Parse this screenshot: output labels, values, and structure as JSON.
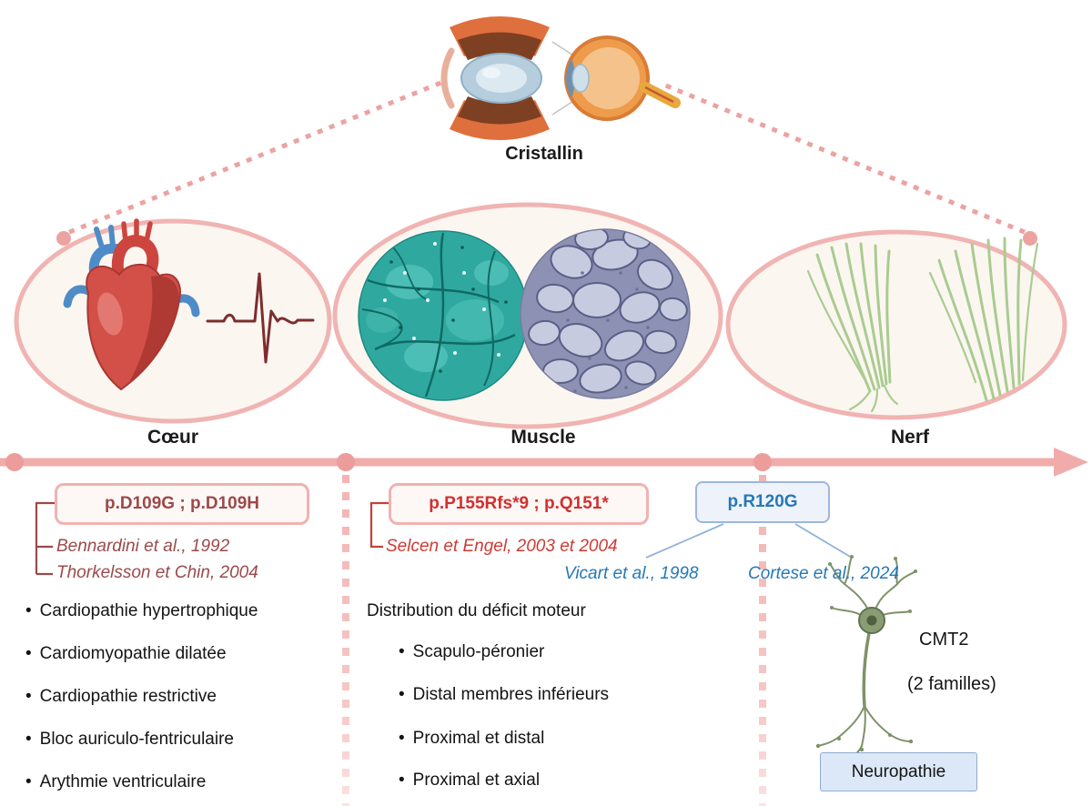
{
  "colors": {
    "pink": "#f0b2b0",
    "dark_red": "#9b4a4a",
    "red": "#d32f2f",
    "blue": "#2678b6"
  },
  "lens": {
    "label": "Cristallin"
  },
  "organ_labels": {
    "heart": "Cœur",
    "muscle": "Muscle",
    "nerve": "Nerf"
  },
  "heart_column": {
    "mutation": "p.D109G ; p.D109H",
    "references": [
      "Bennardini et al., 1992",
      "Thorkelsson et Chin, 2004"
    ],
    "bullets": [
      "Cardiopathie hypertrophique",
      "Cardiomyopathie dilatée",
      "Cardiopathie restrictive",
      "Bloc auriculo-fentriculaire",
      "Arythmie ventriculaire"
    ]
  },
  "muscle_column": {
    "mutation": "p.P155Rfs*9 ; p.Q151*",
    "reference": "Selcen et Engel, 2003 et 2004",
    "heading": "Distribution du déficit moteur",
    "bullets": [
      "Scapulo-péronier",
      "Distal membres inférieurs",
      "Proximal et distal",
      "Proximal et axial"
    ]
  },
  "nerve_column": {
    "mutation": "p.R120G",
    "references": [
      "Vicart et al., 1998",
      "Cortese et al., 2024"
    ],
    "disease": "CMT2",
    "families": "(2 familles)",
    "box_label": "Neuropathie"
  },
  "icons": {
    "eye": "eye-cross-section-illustration",
    "lens_closeup": "lens-closeup-illustration",
    "heart": "heart-illustration",
    "ecg": "ecg-trace",
    "muscle_histology_left": "teal-histology-stain",
    "muscle_histology_right": "purple-histology-stain",
    "nerve": "nerve-fibers-illustration",
    "neuron": "neuron-illustration",
    "timeline": "pink-timeline-arrow"
  }
}
